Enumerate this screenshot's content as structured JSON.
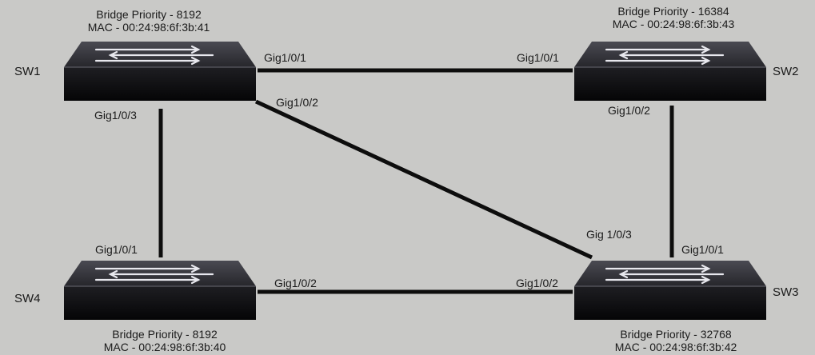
{
  "switches": {
    "sw1": {
      "name": "SW1",
      "priority": "Bridge Priority - 8192",
      "mac": "MAC  - 00:24:98:6f:3b:41"
    },
    "sw2": {
      "name": "SW2",
      "priority": "Bridge Priority - 16384",
      "mac": "MAC  - 00:24:98:6f:3b:43"
    },
    "sw3": {
      "name": "SW3",
      "priority": "Bridge Priority - 32768",
      "mac": "MAC  - 00:24:98:6f:3b:42"
    },
    "sw4": {
      "name": "SW4",
      "priority": "Bridge Priority - 8192",
      "mac": "MAC  - 00:24:98:6f:3b:40"
    }
  },
  "links": {
    "sw1_sw2": {
      "a_port": "Gig1/0/1",
      "b_port": "Gig1/0/1"
    },
    "sw1_sw3": {
      "a_port": "Gig1/0/2",
      "b_port": "Gig 1/0/3"
    },
    "sw1_sw4": {
      "a_port": "Gig1/0/3",
      "b_port": "Gig1/0/1"
    },
    "sw2_sw3": {
      "a_port": "Gig1/0/2",
      "b_port": "Gig1/0/1"
    },
    "sw4_sw3": {
      "a_port": "Gig1/0/2",
      "b_port": "Gig1/0/2"
    }
  },
  "colors": {
    "background": "#c9c9c7",
    "switch_top": "#2e2e33",
    "switch_front": "#141416",
    "link": "#0d0d0d"
  }
}
